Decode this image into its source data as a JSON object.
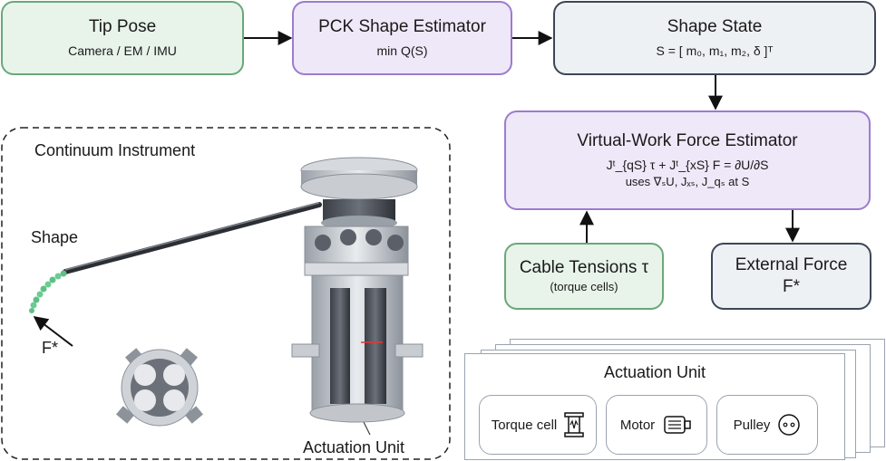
{
  "flow": {
    "tip_pose": {
      "title": "Tip Pose",
      "subtitle": "Camera / EM / IMU"
    },
    "pck": {
      "title": "PCK Shape Estimator",
      "subtitle": "min Q(S)"
    },
    "shape_state": {
      "title": "Shape State",
      "subtitle": "S = [ m₀, m₁, m₂, δ ]ᵀ"
    },
    "vw": {
      "title": "Virtual-Work Force Estimator",
      "line1": "Jᵗ_{qS} τ + Jᵗ_{xS} F = ∂U/∂S",
      "line2": "uses ∇ₛU, Jₓₛ, J_qₛ at S"
    },
    "cable": {
      "title": "Cable Tensions τ",
      "subtitle": "(torque cells)"
    },
    "external": {
      "title": "External Force",
      "subtitle": "F*"
    }
  },
  "instrument": {
    "title": "Continuum Instrument",
    "shape_label": "Shape",
    "force_label": "F*",
    "actuation_label": "Actuation Unit"
  },
  "actuation_panel": {
    "title": "Actuation Unit",
    "components": [
      {
        "label": "Torque cell",
        "icon": "torque-cell-icon"
      },
      {
        "label": "Motor",
        "icon": "motor-icon"
      },
      {
        "label": "Pulley",
        "icon": "pulley-icon"
      }
    ]
  },
  "colors": {
    "green_fill": "#e8f4ea",
    "green_border": "#6aa87a",
    "purple_fill": "#efe8f8",
    "purple_border": "#9b7cd0",
    "gray_fill": "#eef1f4",
    "gray_border": "#3c4656"
  }
}
